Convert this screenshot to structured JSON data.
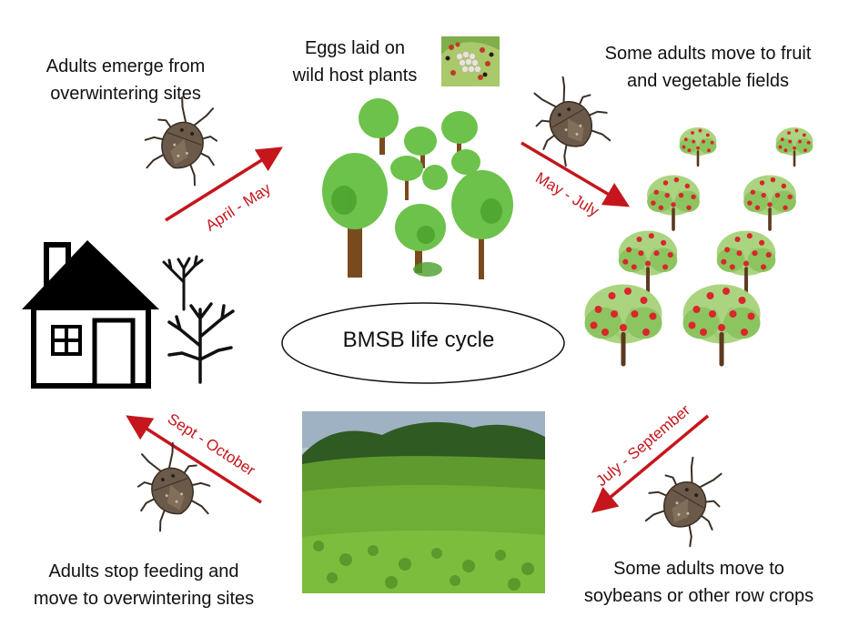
{
  "center": {
    "label": "BMSB life cycle"
  },
  "stages": {
    "emerge": {
      "line1": "Adults emerge from",
      "line2": "overwintering sites"
    },
    "eggs": {
      "line1": "Eggs laid on",
      "line2": "wild host plants"
    },
    "fruit": {
      "line1": "Some adults move to fruit",
      "line2": "and vegetable fields"
    },
    "soybeans": {
      "line1": "Some adults move to",
      "line2": "soybeans or other row crops"
    },
    "overwinter": {
      "line1": "Adults stop feeding and",
      "line2": "move to overwintering sites"
    }
  },
  "arrows": {
    "april_may": "April - May",
    "may_july": "May - July",
    "july_september": "July - September",
    "sept_october": "Sept - October"
  },
  "colors": {
    "arrow": "#c4161c",
    "tree_green": "#6cc24a",
    "trunk": "#7a4a1f",
    "apple": "#d9262b",
    "bug": "#6b5a4a"
  },
  "icons": {
    "house": "house-icon",
    "bare_trees": "bare-tree-icon",
    "stink_bug": "stink-bug-icon",
    "forest": "forest-icon",
    "apple_tree": "apple-tree-icon",
    "egg_cluster": "egg-cluster-photo",
    "soybean_field": "soybean-field-photo"
  }
}
